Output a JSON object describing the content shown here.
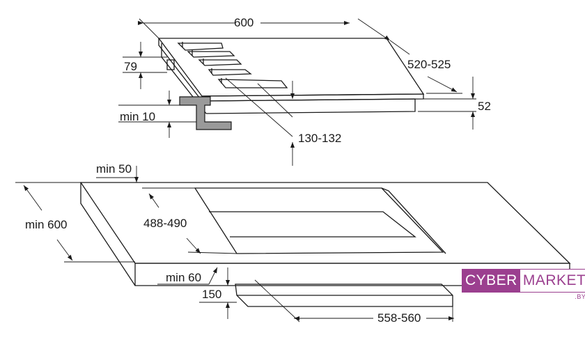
{
  "diagram": {
    "dimensions": {
      "width": "600",
      "depth": "520-525",
      "height_total": "79",
      "height_body": "52",
      "min_clearance": "min 10",
      "offset": "130-132",
      "min_back": "min 50",
      "min_front_depth": "min 600",
      "cutout_depth": "488-490",
      "min_front": "min 60",
      "shelf_gap": "150",
      "cutout_width": "558-560"
    }
  },
  "logo": {
    "part1": "CYBER",
    "part2": "MARKET",
    "suffix": ".BY",
    "colors": {
      "brand": "#9b3f8f",
      "text_on_brand": "#ffffff"
    }
  }
}
